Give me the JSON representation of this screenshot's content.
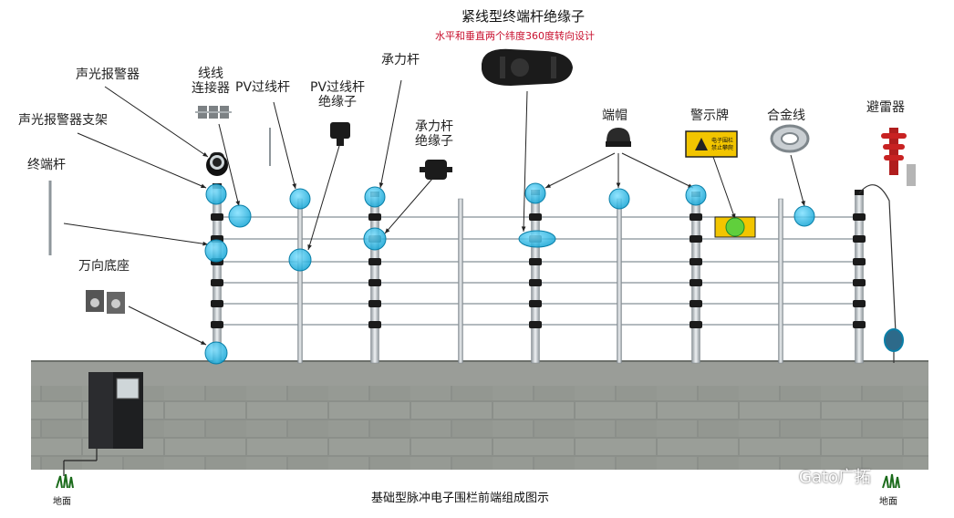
{
  "title": "紧线型终端杆绝缘子",
  "subtitle": "水平和垂直两个纬度360度转向设计",
  "caption": "基础型脉冲电子围栏前端组成图示",
  "ground_label": "地面",
  "watermark": "Gato广拓",
  "labels": {
    "alarm": "声光报警器",
    "alarm_bracket": "声光报警器支架",
    "terminal_pole": "终端杆",
    "wire_connector": "线线\n连接器",
    "pv_pole": "PV过线杆",
    "pv_insulator": "PV过线杆\n绝缘子",
    "bearing_pole": "承力杆",
    "bearing_insulator": "承力杆\n绝缘子",
    "universal_base": "万向底座",
    "end_cap": "端帽",
    "warning_sign": "警示牌",
    "alloy_wire": "合金线",
    "lightning_arrester": "避雷器"
  },
  "sign_text": {
    "line1": "电子围栏",
    "line2": "禁止攀爬"
  },
  "colors": {
    "highlight": "#1fb3de",
    "highlight_stroke": "#0a7fa8",
    "wire": "#9aa3a8",
    "pole": "#c9ced2",
    "wall": "#8d918c",
    "wall_dark": "#6c706b",
    "insulator": "#1b1b1b",
    "title_red": "#c8102e",
    "sign_yellow": "#f2c500"
  }
}
